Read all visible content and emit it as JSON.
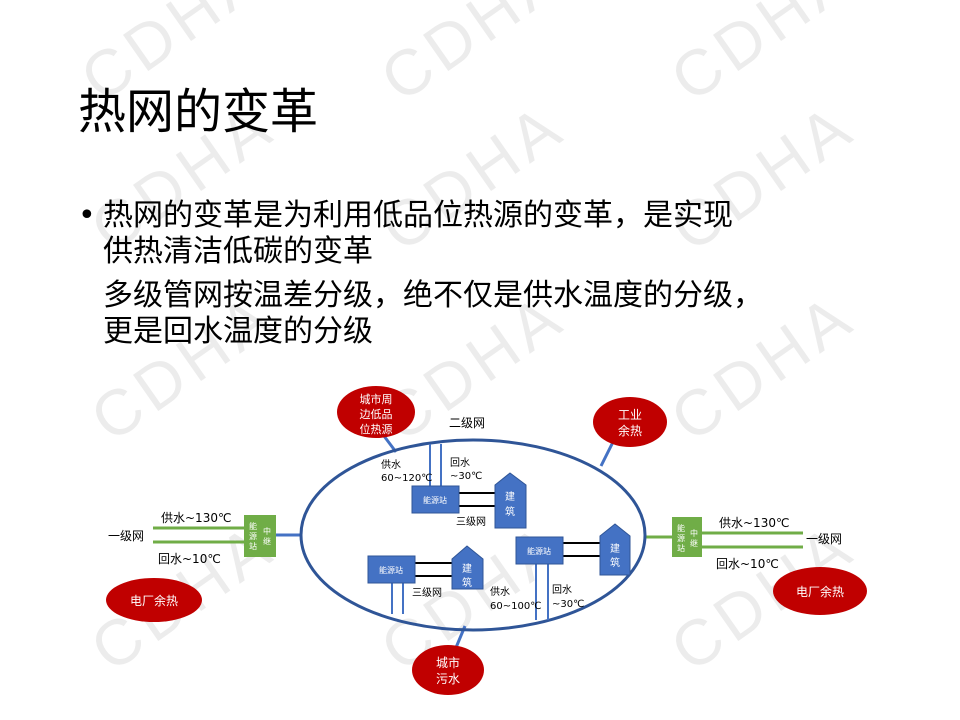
{
  "watermark": "CDHA",
  "title": "热网的变革",
  "bullets": {
    "marker": "•",
    "p1_line1": "热网的变革是为利用低品位热源的变革，是实现",
    "p1_line2": "供热清洁低碳的变革",
    "p2_line1": "多级管网按温差分级，绝不仅是供水温度的分级，",
    "p2_line2": "更是回水温度的分级"
  },
  "diagram": {
    "secondary_net": "二级网",
    "heat_sources": {
      "low_grade": [
        "城市周",
        "边低品",
        "位热源"
      ],
      "industrial": [
        "工业",
        "余热"
      ],
      "sewage": [
        "城市",
        "污水"
      ],
      "power_left": "电厂余热",
      "power_right": "电厂余热"
    },
    "primary_net": {
      "label": "一级网",
      "supply": "供水~130℃",
      "return": "回水~10℃",
      "relay_station": [
        "能",
        "源",
        "站"
      ],
      "relay": [
        "中",
        "继"
      ]
    },
    "stations": [
      {
        "station": "能源站",
        "building": [
          "建",
          "筑"
        ],
        "tertiary": "三级网",
        "supply": [
          "供水",
          "60~120℃"
        ],
        "return": [
          "回水",
          "~30℃"
        ]
      },
      {
        "station": "能源站",
        "building": [
          "建",
          "筑"
        ],
        "tertiary": "三级网"
      },
      {
        "station": "能源站",
        "building": [
          "建",
          "筑"
        ],
        "supply": [
          "供水",
          "60~100℃"
        ],
        "return": [
          "回水",
          "~30℃"
        ]
      }
    ],
    "colors": {
      "red": "#c00000",
      "blue": "#4472c4",
      "ring": "#2f5597",
      "green": "#70ad47"
    }
  }
}
